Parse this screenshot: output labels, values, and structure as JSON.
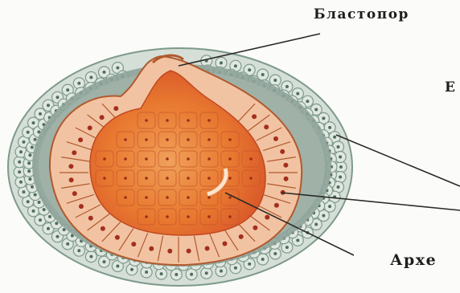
{
  "labels": {
    "blastopore": "Бластопор",
    "ectoderm_partial": "Е",
    "archenteron_partial": "Архе"
  },
  "colors": {
    "background": "#fbfbfa",
    "ectoderm_fill": "#dfe7e0",
    "ectoderm_cell_outline": "#7d9a8a",
    "ectoderm_nucleus": "#4f6e5c",
    "blastocoel": "#8ea39a",
    "endoderm_cell": "#f2c3a2",
    "endoderm_cell_outline": "#b05a2e",
    "endoderm_nucleus": "#a32f1e",
    "archenteron": "#e56a2b",
    "leader_line": "#2a2a2a"
  }
}
